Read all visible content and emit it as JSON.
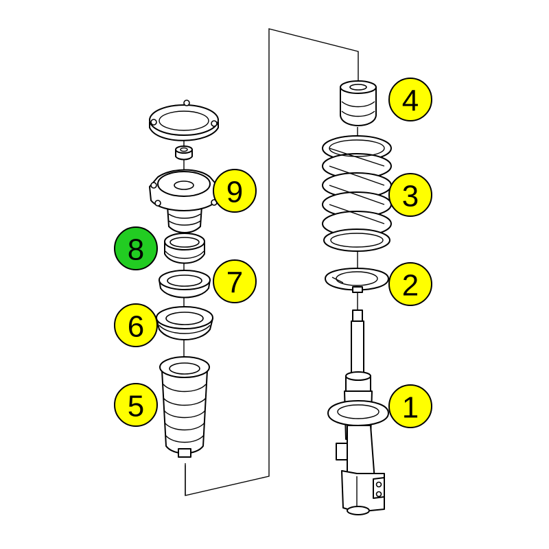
{
  "colors": {
    "callout_yellow": "#ffff00",
    "callout_green": "#22cc22",
    "outline": "#000000",
    "background": "#ffffff"
  },
  "callouts": [
    {
      "label": "1",
      "part": "strut-shock-absorber",
      "fill": "#ffff00"
    },
    {
      "label": "2",
      "part": "lower-spring-seat",
      "fill": "#ffff00"
    },
    {
      "label": "3",
      "part": "coil-spring",
      "fill": "#ffff00"
    },
    {
      "label": "4",
      "part": "bump-stop",
      "fill": "#ffff00"
    },
    {
      "label": "5",
      "part": "dust-boot",
      "fill": "#ffff00"
    },
    {
      "label": "6",
      "part": "upper-spring-seat",
      "fill": "#ffff00"
    },
    {
      "label": "7",
      "part": "bearing-ring",
      "fill": "#ffff00"
    },
    {
      "label": "8",
      "part": "strut-bearing",
      "fill": "#22cc22"
    },
    {
      "label": "9",
      "part": "strut-mount",
      "fill": "#ffff00"
    }
  ]
}
